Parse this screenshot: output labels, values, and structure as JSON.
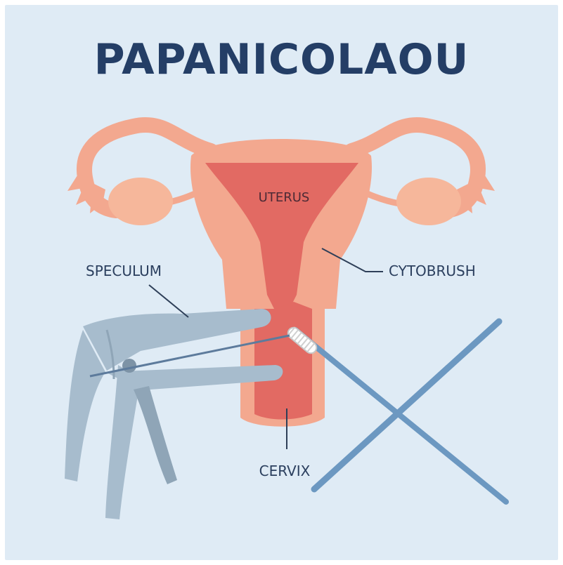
{
  "title": "PAPANICOLAOU",
  "labels": {
    "uterus": "UTERUS",
    "speculum": "SPECULUM",
    "cytobrush": "CYTOBRUSH",
    "cervix": "CERVIX"
  },
  "colors": {
    "background": "#dfebf5",
    "title": "#243e66",
    "uterus_outer": "#f3a88f",
    "uterus_inner": "#e26a63",
    "ovary": "#f6b79b",
    "speculum": "#a7bccd",
    "brush_stick": "#6c98c1",
    "label_text": "#2b3f5e",
    "leader_line": "#2e3f58"
  }
}
